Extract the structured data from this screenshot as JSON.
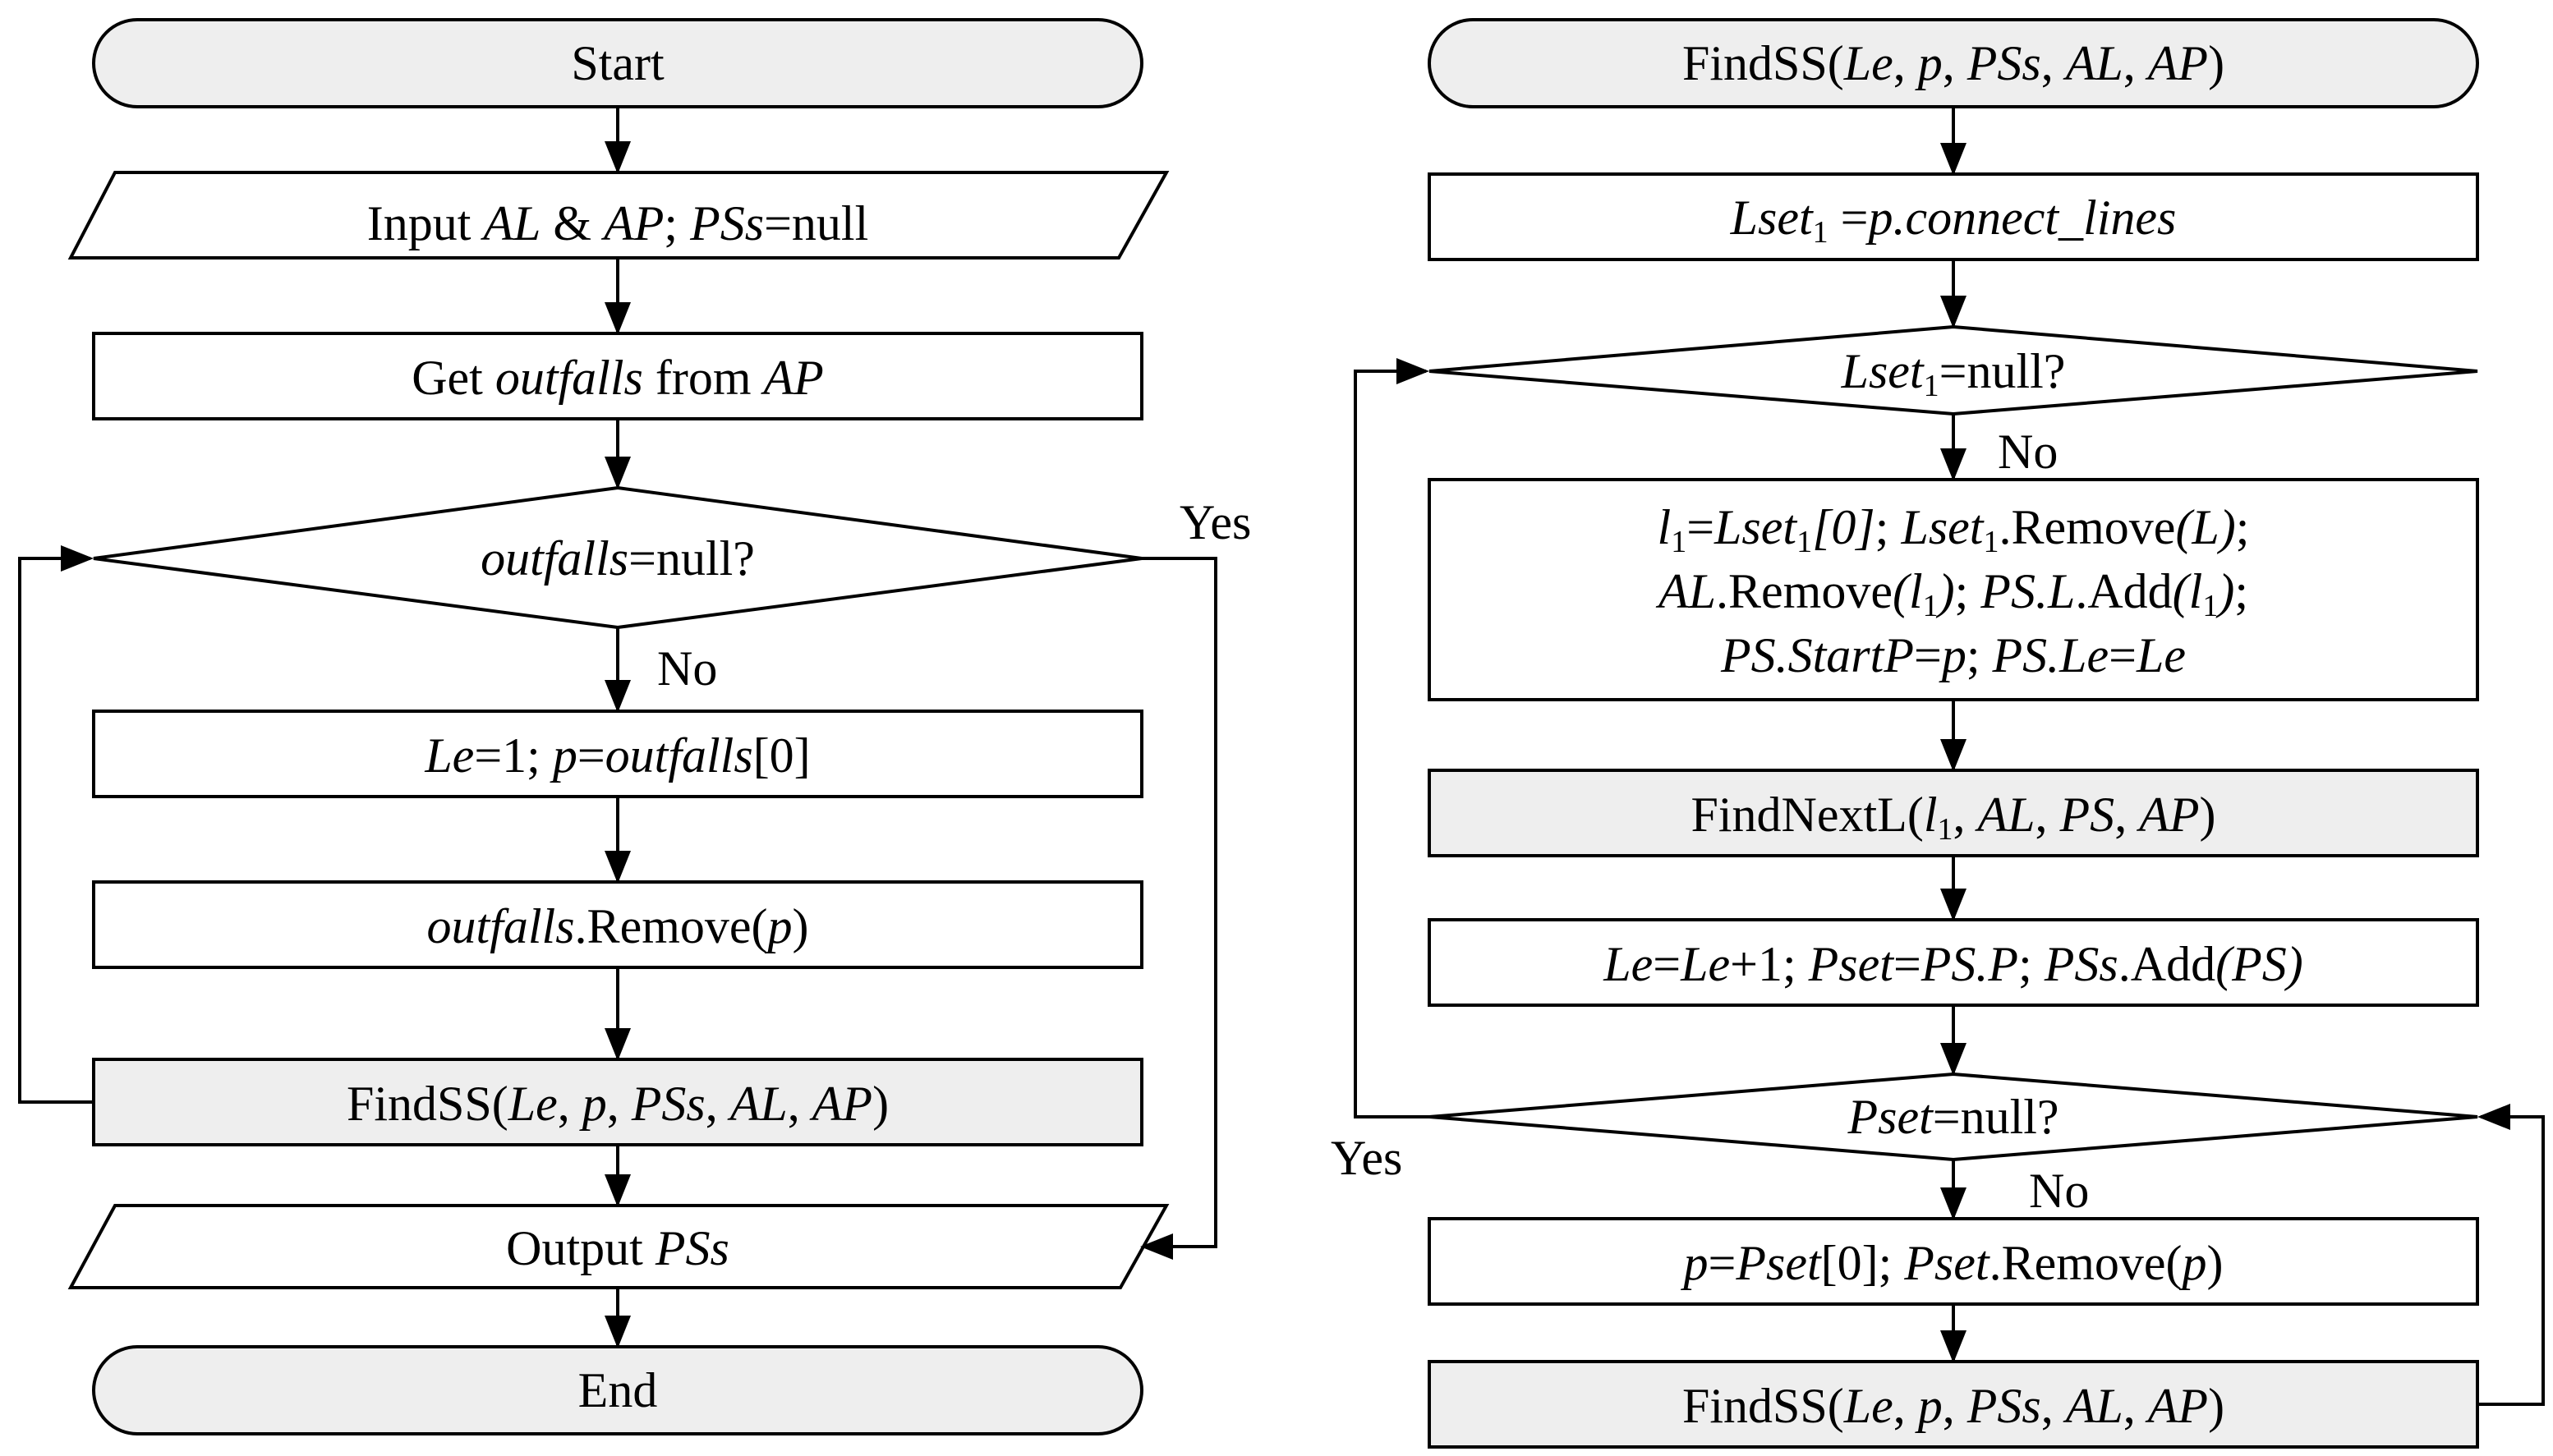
{
  "colors": {
    "terminal_fill": "#eeeeee",
    "call_fill": "#eeeeee",
    "process_fill": "#ffffff",
    "stroke": "#000000"
  },
  "left_flow": {
    "start": "Start",
    "input": [
      "Input ",
      "AL",
      " & ",
      "AP",
      "; ",
      "PSs",
      "=null"
    ],
    "get_outfalls": [
      "Get ",
      "outfalls",
      " from ",
      "AP"
    ],
    "decision": [
      "outfalls",
      "=null?"
    ],
    "yes_label": "Yes",
    "no_label": "No",
    "init": [
      "Le",
      "=1; ",
      "p",
      "=",
      "outfalls",
      "[0]"
    ],
    "remove": [
      "outfalls",
      ".Remove(",
      "p",
      ")"
    ],
    "call": [
      "FindSS(",
      "Le",
      ", ",
      "p",
      ", ",
      "PSs",
      ", ",
      "AL",
      ", ",
      "AP",
      ")"
    ],
    "output": [
      "Output ",
      "PSs"
    ],
    "end": "End"
  },
  "right_flow": {
    "start": [
      "FindSS(",
      "Le",
      ", ",
      "p",
      ", ",
      "PSs",
      ", ",
      "AL",
      ", ",
      "AP",
      ")"
    ],
    "lset_assign": [
      "Lset",
      "1",
      " =",
      "p.connect_lines"
    ],
    "decision1": [
      "Lset",
      "1",
      "=null?"
    ],
    "no_label_1": "No",
    "block_line1": [
      "l",
      "1",
      "=",
      "Lset",
      "1",
      "[0]",
      "; ",
      "Lset",
      "1",
      ".Remove",
      "(L)",
      ";"
    ],
    "block_line2": [
      "AL",
      ".Remove",
      "(l",
      "1",
      ")",
      "; ",
      "PS.L",
      ".Add",
      "(l",
      "1",
      ")",
      ";"
    ],
    "block_line3": [
      "PS.StartP",
      "=",
      "p",
      "; ",
      "PS.Le",
      "=",
      "Le"
    ],
    "find_next": [
      "FindNextL(",
      "l",
      "1",
      ", ",
      "AL",
      ", ",
      "PS",
      ", ",
      "AP",
      ")"
    ],
    "update": [
      "Le",
      "=",
      "Le",
      "+1; ",
      "Pset",
      "=",
      "PS.P",
      "; ",
      "PSs",
      ".Add",
      "(PS)"
    ],
    "decision2": [
      "Pset",
      "=null?"
    ],
    "yes_label": "Yes",
    "no_label_2": "No",
    "pop": [
      "p",
      "=",
      "Pset",
      "[0]; ",
      "Pset",
      ".Remove(",
      "p",
      ")"
    ],
    "recursive_call": [
      "FindSS(",
      "Le",
      ", ",
      "p",
      ", ",
      "PSs",
      ", ",
      "AL",
      ", ",
      "AP",
      ")"
    ]
  }
}
